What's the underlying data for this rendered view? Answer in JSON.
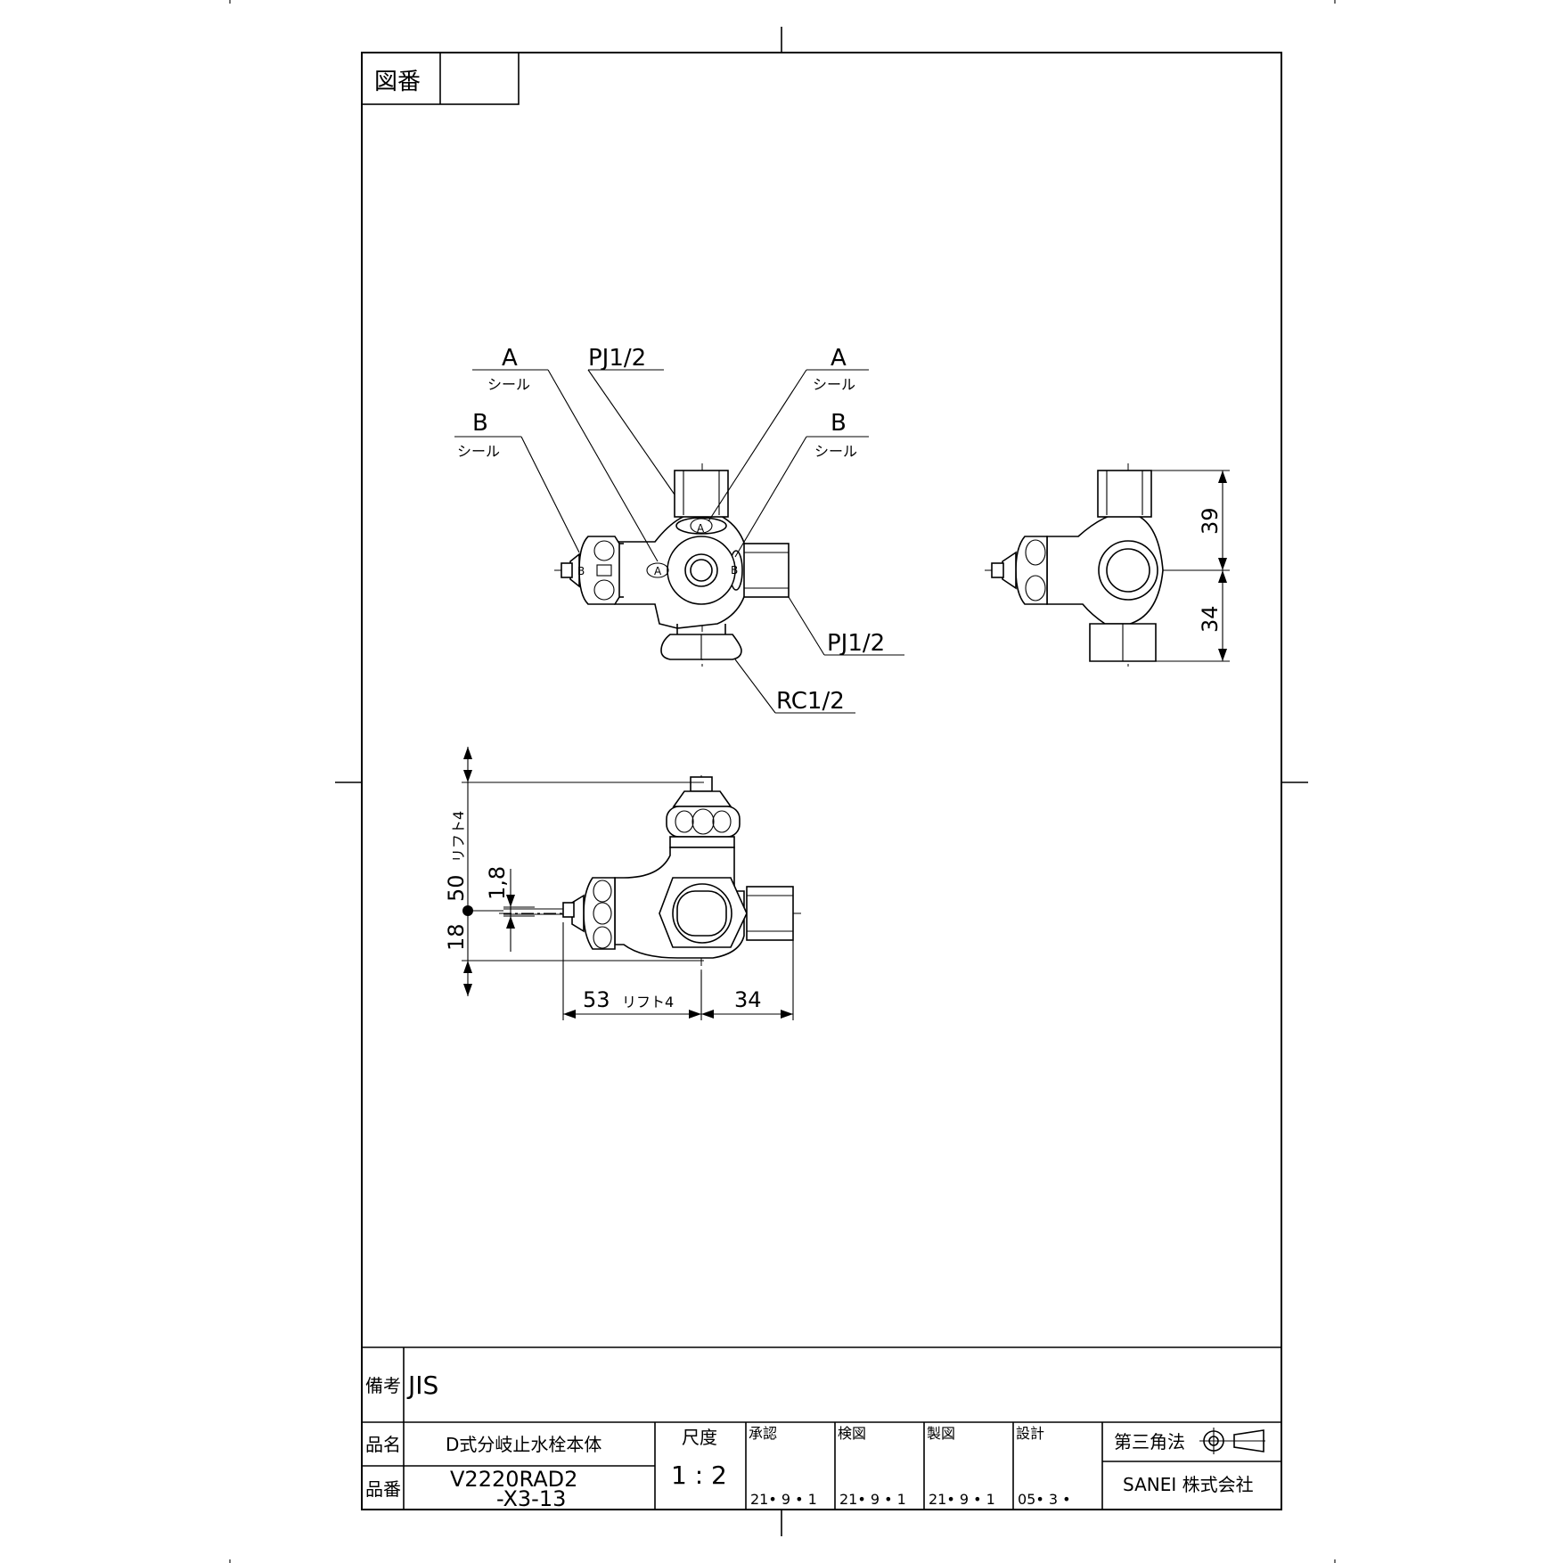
{
  "header": {
    "drawing_no_label": "図番",
    "drawing_no_value": ""
  },
  "callouts": {
    "a_left": "A",
    "a_left_sub": "シール",
    "pj_top": "PJ1/2",
    "a_right": "A",
    "a_right_sub": "シール",
    "b_left": "B",
    "b_left_sub": "シール",
    "b_right": "B",
    "b_right_sub": "シール",
    "pj_right": "PJ1/2",
    "rc": "RC1/2"
  },
  "dimensions": {
    "top_39": "39",
    "bottom_34": "34",
    "height_50": "50",
    "lift_v": "リフト4",
    "small_18": "1,8",
    "low_18": "18",
    "width_53": "53",
    "lift_h": "リフト4",
    "right_34": "34"
  },
  "title_block": {
    "remarks_label": "備考",
    "remarks_value": "JIS",
    "name_label": "品名",
    "name_value": "D式分岐止水栓本体",
    "part_label": "品番",
    "part_value_1": "V2220RAD2",
    "part_value_2": "-X3-13",
    "scale_label": "尺度",
    "scale_value": "1 : 2",
    "approval_label": "承認",
    "approval_date": "21• 9 • 1",
    "check_label": "検図",
    "check_date": "21• 9 • 1",
    "drawn_label": "製図",
    "drawn_date": "21• 9 • 1",
    "design_label": "設計",
    "design_date": "05• 3 •",
    "projection_label": "第三角法",
    "company": "SANEI 株式会社"
  }
}
